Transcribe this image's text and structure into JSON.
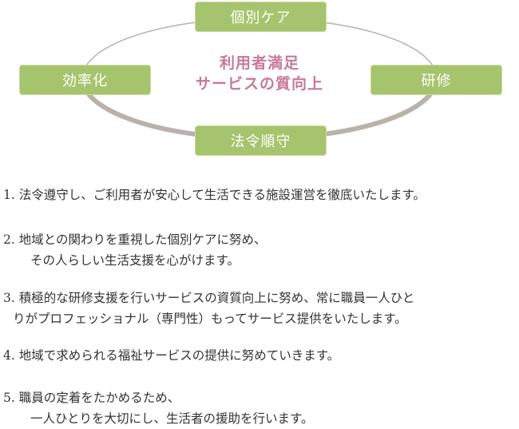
{
  "diagram": {
    "center": {
      "line1": "利用者満足",
      "line2": "サービスの質向上"
    },
    "nodes": {
      "top": "個別ケア",
      "left": "効率化",
      "right": "研修",
      "bottom": "法令順守"
    },
    "colors": {
      "pill": "#a6c46d",
      "ring": "#b8b2ab",
      "center_text": "#c77999"
    }
  },
  "policies": [
    {
      "line1": "1. 法令遵守し、ご利用者が安心して生活できる施設運営を徹底いたします。",
      "line2": ""
    },
    {
      "line1": "2. 地域との関わりを重視した個別ケアに努め、",
      "line2": "その人らしい生活支援を心がけます。"
    },
    {
      "line1": "3. 積極的な研修支援を行いサービスの資質向上に努め、常に職員一人ひと",
      "line2": "りがプロフェッショナル（専門性）もってサービス提供をいたします。"
    },
    {
      "line1": "4. 地域で求められる福祉サービスの提供に努めていきます。",
      "line2": ""
    },
    {
      "line1": "5. 職員の定着をたかめるため、",
      "line2": "一人ひとりを大切にし、生活者の援助を行います。"
    }
  ]
}
